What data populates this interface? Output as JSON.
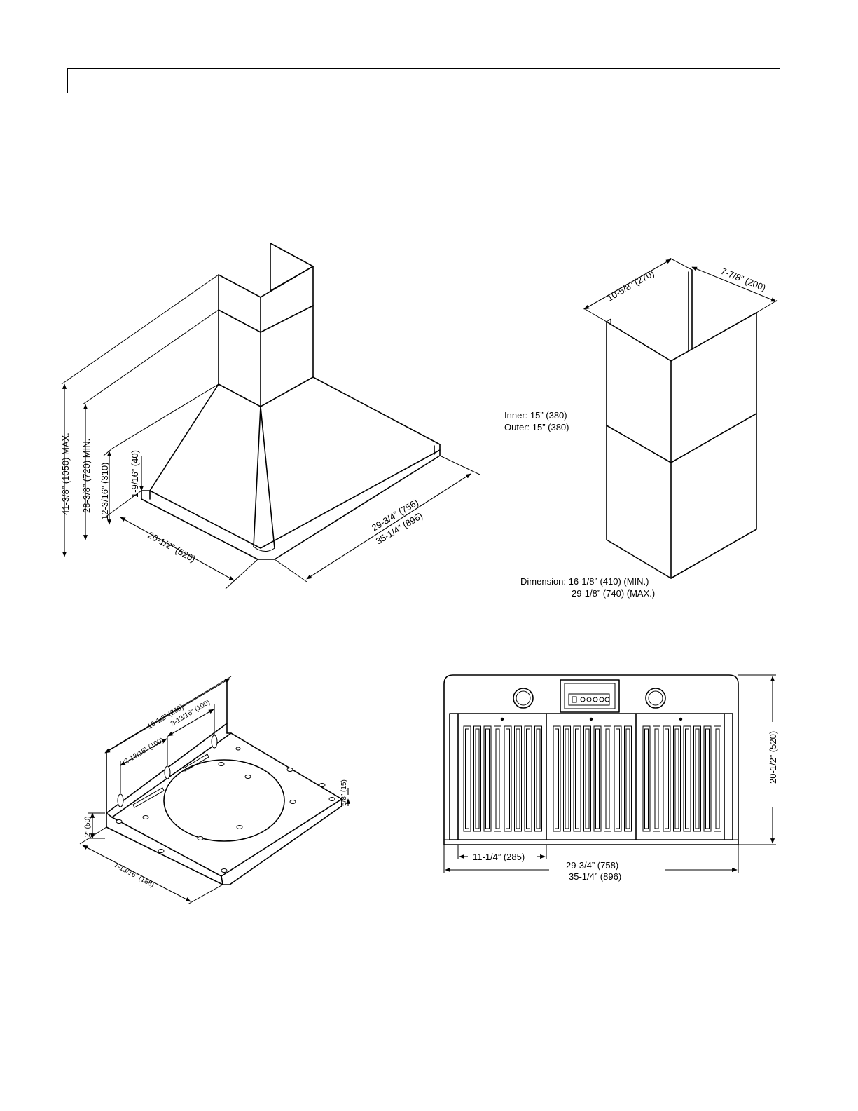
{
  "hood": {
    "overall_max": "41-3/8” (1050) MAX.",
    "overall_min": "28-3/8” (720) MIN.",
    "canopy_height": "12-3/16” (310)",
    "lip_height": "1-9/16” (40)",
    "depth": "20-1/2” (520)",
    "width_small": "29-3/4” (756)",
    "width_large": "35-1/4” (896)"
  },
  "chimney": {
    "depth": "10-5/8” (270)",
    "width": "7-7/8” (200)",
    "inner": "Inner: 15” (380)",
    "outer": "Outer: 15” (380)",
    "dimension_min": "Dimension: 16-1/8” (410) (MIN.)",
    "dimension_max": "29-1/8” (740) (MAX.)"
  },
  "bracket": {
    "length": "10-1/2” (268)",
    "hole_spacing_right": "3-13/16” (100)",
    "hole_spacing_left": "3-13/16” (100)",
    "lip": "5/8” (15)",
    "height": "2” (50)",
    "depth": "7-13/16” (188)"
  },
  "underside": {
    "depth": "20-1/2” (520)",
    "filter_width": "11-1/4” (285)",
    "width_small": "29-3/4” (758)",
    "width_large": "35-1/4” (896)"
  }
}
